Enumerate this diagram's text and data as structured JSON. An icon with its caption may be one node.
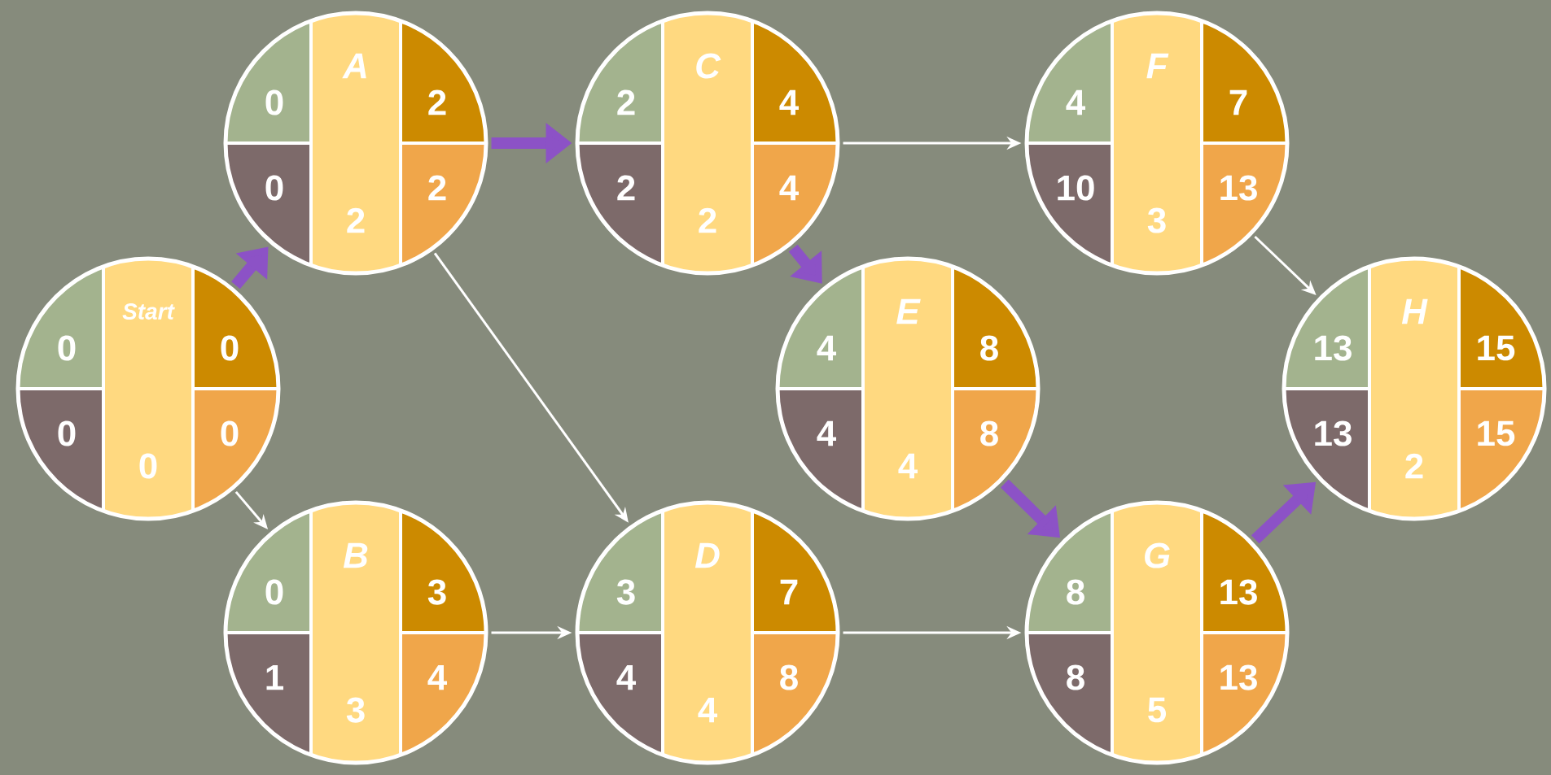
{
  "diagram": {
    "nodes": [
      {
        "text": [
          "0",
          "Start",
          "0",
          "0",
          "0",
          "0"
        ]
      },
      {
        "text": [
          "0",
          "A",
          "2",
          "0",
          "2",
          "2"
        ]
      },
      {
        "text": [
          "0",
          "B",
          "3",
          "1",
          "3",
          "4"
        ]
      },
      {
        "text": [
          "2",
          "C",
          "4",
          "2",
          "2",
          "4"
        ]
      },
      {
        "text": [
          "3",
          "D",
          "7",
          "4",
          "4",
          "8"
        ]
      },
      {
        "text": [
          "4",
          "E",
          "8",
          "4",
          "4",
          "8"
        ]
      },
      {
        "text": [
          "4",
          "F",
          "7",
          "10",
          "3",
          "13"
        ]
      },
      {
        "text": [
          "8",
          "G",
          "13",
          "8",
          "5",
          "13"
        ]
      },
      {
        "text": [
          "13",
          "H",
          "15",
          "13",
          "2",
          "15"
        ]
      }
    ],
    "edges": [
      {
        "from": 0,
        "to": 1,
        "arrow": "to",
        "style": "thick",
        "color": "#8c52c6"
      },
      {
        "from": 0,
        "to": 2,
        "arrow": "to"
      },
      {
        "from": 1,
        "to": 3,
        "arrow": "to",
        "style": "thick",
        "color": "#8c52c6"
      },
      {
        "from": 1,
        "to": 4,
        "arrow": "to"
      },
      {
        "from": 2,
        "to": 4,
        "arrow": "to"
      },
      {
        "from": 3,
        "to": 6,
        "arrow": "to"
      },
      {
        "from": 3,
        "to": 5,
        "arrow": "to",
        "style": "thick",
        "color": "#8c52c6"
      },
      {
        "from": 4,
        "to": 7,
        "arrow": "to"
      },
      {
        "from": 5,
        "to": 7,
        "arrow": "to",
        "style": "thick",
        "color": "#8c52c6"
      },
      {
        "from": 6,
        "to": 8,
        "arrow": "to"
      },
      {
        "from": 7,
        "to": 8,
        "arrow": "to",
        "style": "thick",
        "color": "#8c52c6"
      }
    ]
  }
}
